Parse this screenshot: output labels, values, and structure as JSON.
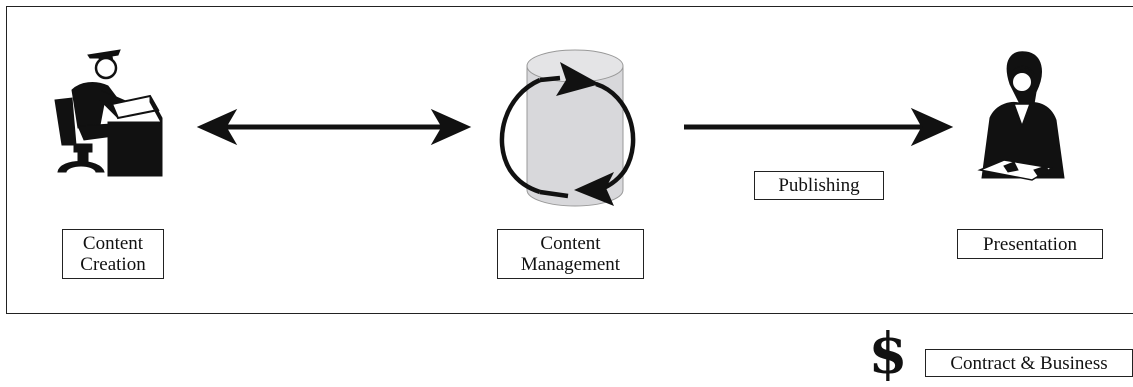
{
  "labels": {
    "content_creation": [
      "Content",
      "Creation"
    ],
    "content_management": [
      "Content",
      "Management"
    ],
    "presentation": "Presentation",
    "publishing": "Publishing",
    "contract_business": "Contract & Business"
  },
  "dollar_sign": "$",
  "icons": {
    "creator": "person-at-desk-icon",
    "database": "database-cylinder-icon",
    "cycle": "cycle-arrows-icon",
    "presenter": "person-reading-icon"
  },
  "colors": {
    "stroke": "#111111",
    "cylinder_fill": "#d8d8db"
  }
}
